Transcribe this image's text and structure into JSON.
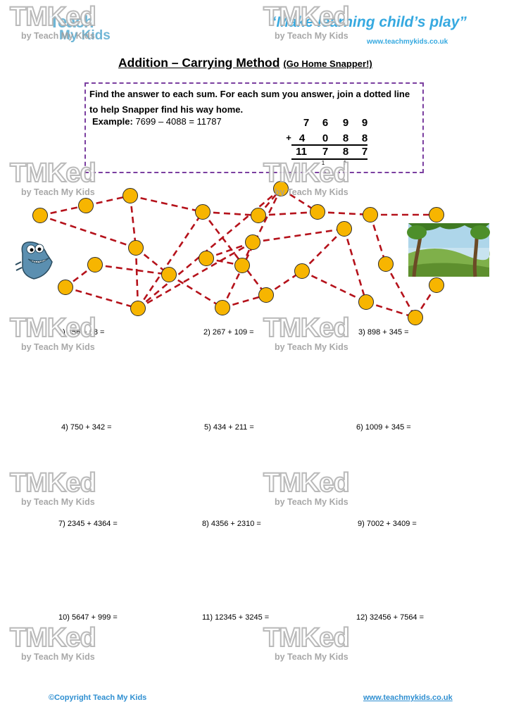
{
  "header": {
    "logo_teach": "Teach",
    "logo_mykids": "My Kids",
    "tagline": "“Make learning child’s play”",
    "website": "www.teachmykids.co.uk"
  },
  "title": {
    "main": "Addition – Carrying Method",
    "sub": "(Go Home Snapper!)"
  },
  "instructions": {
    "text": "Find the answer to each sum.  For each sum you answer, join a dotted line to help Snapper find his way home.",
    "example_label": "Example:",
    "example_text": "7699 – 4088 =  11787"
  },
  "worked_example": {
    "top": [
      "7",
      "6",
      "9",
      "9"
    ],
    "plus": "+",
    "bottom": [
      "4",
      "0",
      "8",
      "8"
    ],
    "result": [
      "11",
      "7",
      "8",
      "7"
    ],
    "carries": [
      "1",
      "1"
    ]
  },
  "questions": [
    {
      "label": "1) 456 + 68  ="
    },
    {
      "label": "2) 267 + 109  ="
    },
    {
      "label": "3) 898 + 345  ="
    },
    {
      "label": "4) 750 + 342  ="
    },
    {
      "label": "5) 434 + 211  ="
    },
    {
      "label": "6) 1009 + 345  ="
    },
    {
      "label": "7) 2345 + 4364  ="
    },
    {
      "label": "8) 4356 + 2310  ="
    },
    {
      "label": "9) 7002 + 3409  ="
    },
    {
      "label": "10) 5647 + 999  ="
    },
    {
      "label": "11) 12345 + 3245 ="
    },
    {
      "label": "12) 32456 + 7564  ="
    }
  ],
  "watermark": {
    "main": "TMKed",
    "sub": "by Teach My Kids"
  },
  "footer": {
    "copyright": "©Copyright Teach My Kids",
    "website": "www.teachmykids.co.uk"
  },
  "colors": {
    "box_border": "#7b3fa0",
    "path_line": "#b5121b",
    "dot_fill": "#f7b500",
    "dot_stroke": "#2a2a2a",
    "brand_blue": "#2f8fd1"
  },
  "icons": {
    "monster": "snapper-monster-icon",
    "home": "jungle-home-picture"
  }
}
